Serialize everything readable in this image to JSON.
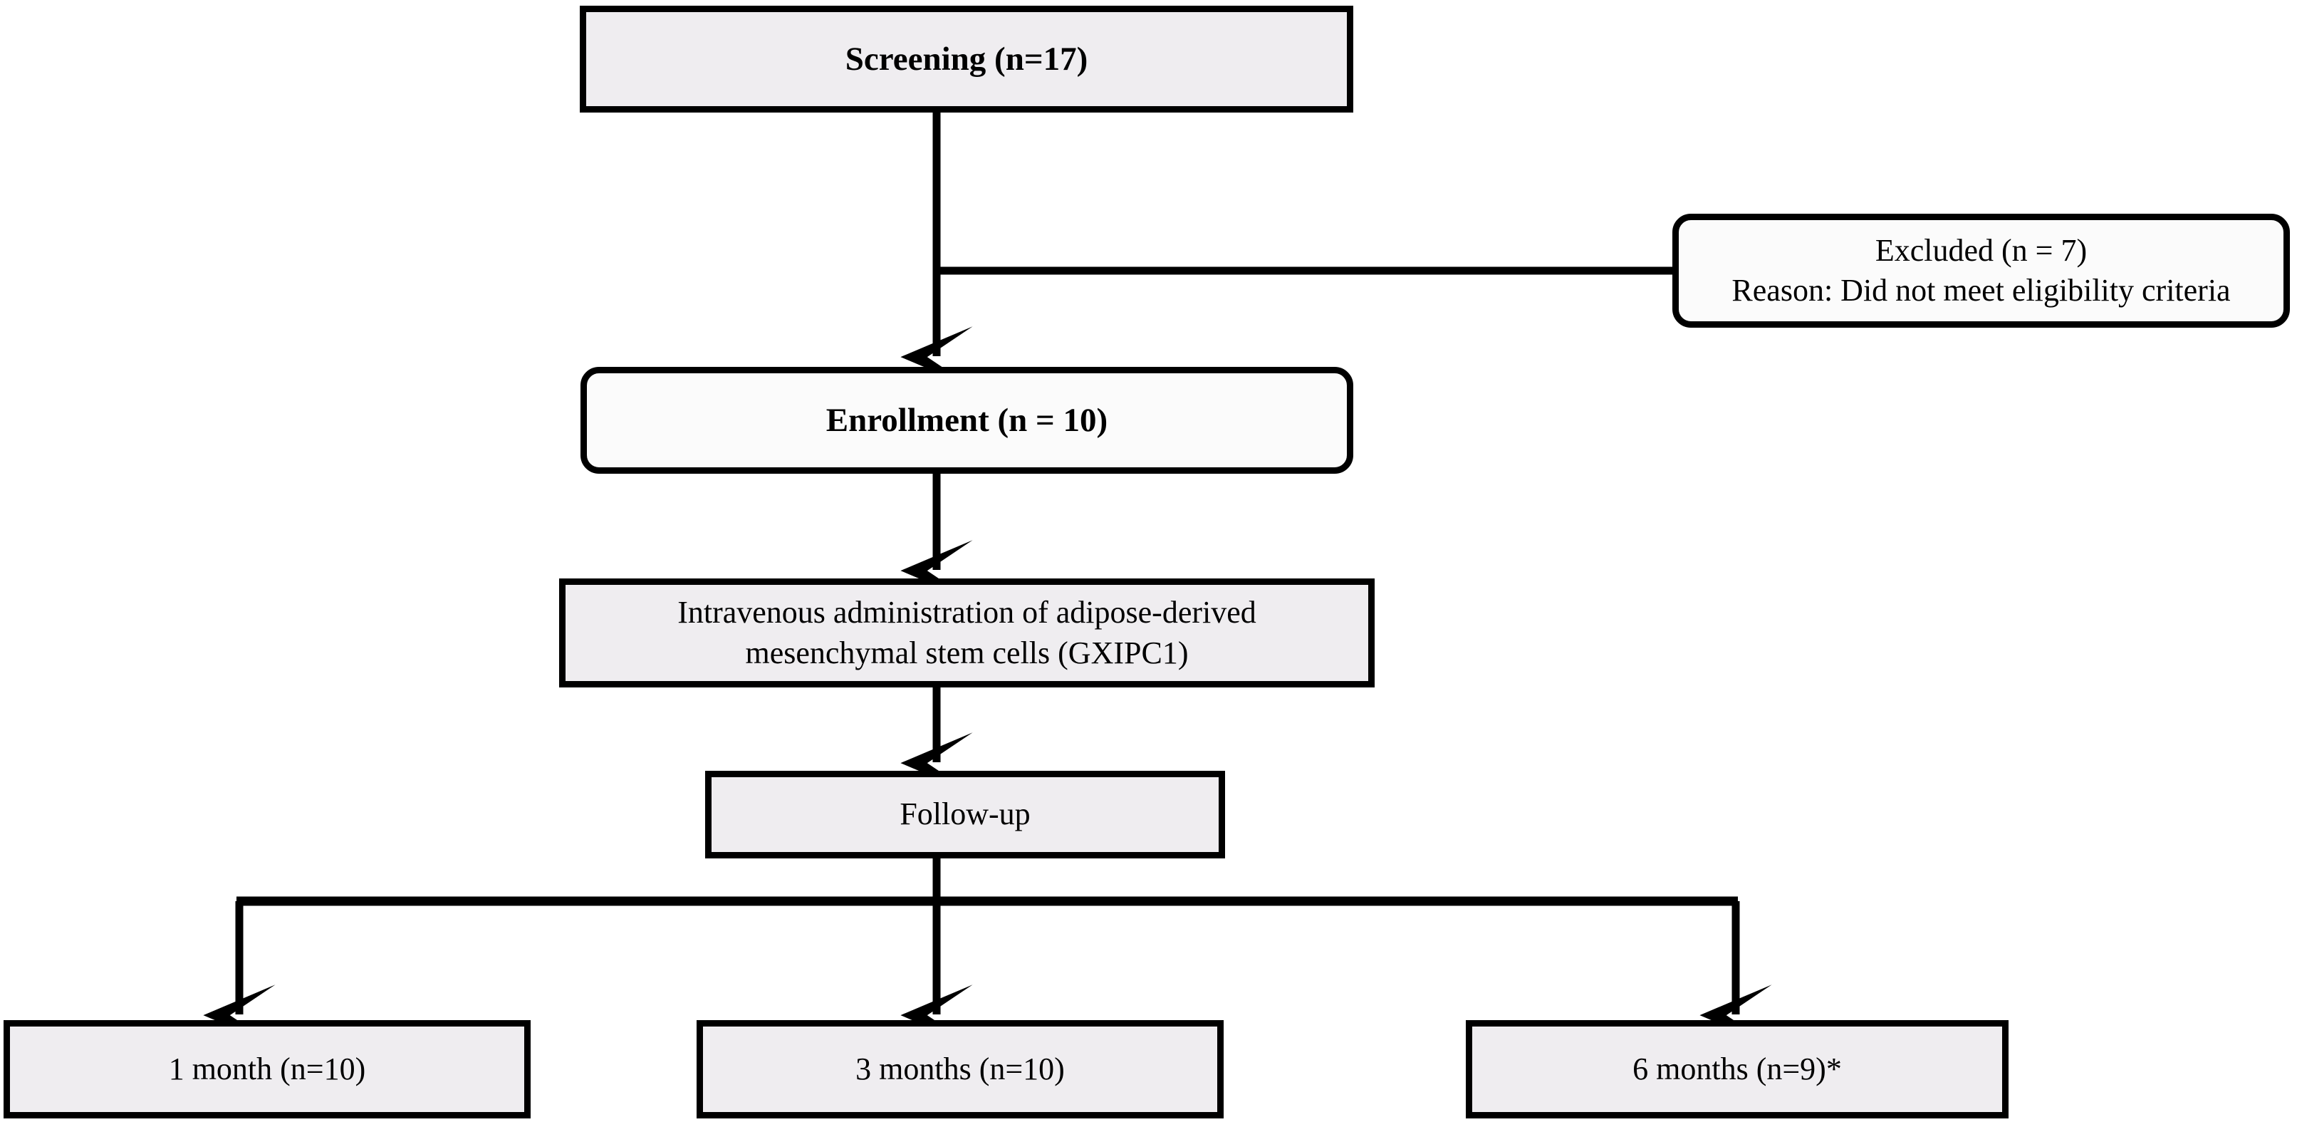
{
  "diagram": {
    "type": "flowchart",
    "title": "Clinical trial participant flow diagram",
    "style": {
      "box_fill_gray": "#efedf0",
      "box_fill_white": "#fbfbfb",
      "border_color": "#000000",
      "text_color": "#000000",
      "background": "#ffffff"
    },
    "nodes": [
      {
        "id": "screening",
        "label": "Screening (n=17)",
        "shape": "rectangle",
        "bold": true,
        "fill": "#efedf0"
      },
      {
        "id": "excluded",
        "label": "Excluded (n = 7)\nReason: Did not meet eligibility criteria",
        "line1": "Excluded (n = 7)",
        "line2": "Reason: Did not meet eligibility criteria",
        "shape": "rounded-rectangle",
        "bold": false,
        "fill": "#fbfbfb"
      },
      {
        "id": "enrollment",
        "label": "Enrollment (n = 10)",
        "shape": "rounded-rectangle",
        "bold": true,
        "fill": "#fbfbfb"
      },
      {
        "id": "intravenous",
        "label": "Intravenous administration of adipose-derived\nmesenchymal stem cells (GXIPC1)",
        "line1": "Intravenous administration of adipose-derived",
        "line2": "mesenchymal stem cells (GXIPC1)",
        "shape": "rectangle",
        "bold": false,
        "fill": "#efedf0"
      },
      {
        "id": "followup",
        "label": "Follow-up",
        "shape": "rectangle",
        "bold": false,
        "fill": "#efedf0"
      },
      {
        "id": "month1",
        "label": "1 month (n=10)",
        "shape": "rectangle",
        "bold": false,
        "fill": "#efedf0"
      },
      {
        "id": "month3",
        "label": "3 months (n=10)",
        "shape": "rectangle",
        "bold": false,
        "fill": "#efedf0"
      },
      {
        "id": "month6",
        "label": "6 months (n=9)*",
        "shape": "rectangle",
        "bold": false,
        "fill": "#efedf0"
      }
    ],
    "edges": [
      {
        "from": "screening",
        "to": "enrollment",
        "arrow": true,
        "kind": "vertical"
      },
      {
        "from": "screening",
        "to": "excluded",
        "arrow": false,
        "kind": "elbow-right"
      },
      {
        "from": "enrollment",
        "to": "intravenous",
        "arrow": true,
        "kind": "vertical"
      },
      {
        "from": "intravenous",
        "to": "followup",
        "arrow": true,
        "kind": "vertical"
      },
      {
        "from": "followup",
        "to": "month1",
        "arrow": true,
        "kind": "split-left"
      },
      {
        "from": "followup",
        "to": "month3",
        "arrow": true,
        "kind": "split-center"
      },
      {
        "from": "followup",
        "to": "month6",
        "arrow": true,
        "kind": "split-right"
      }
    ]
  }
}
